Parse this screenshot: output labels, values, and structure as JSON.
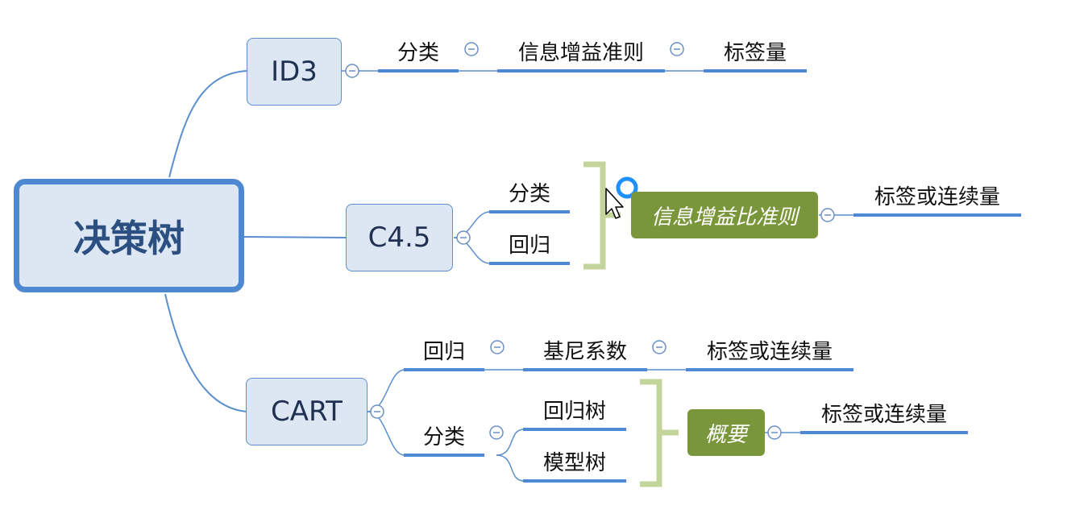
{
  "title": "决策树",
  "algorithms": {
    "id3": {
      "name": "ID3",
      "chain": [
        "分类",
        "信息增益准则",
        "标签量"
      ]
    },
    "c45": {
      "name": "C4.5",
      "branches": [
        "分类",
        "回归"
      ],
      "summary": "信息增益比准则",
      "summary_child": "标签或连续量"
    },
    "cart": {
      "name": "CART",
      "regression_chain": [
        "回归",
        "基尼系数",
        "标签或连续量"
      ],
      "classification": "分类",
      "classification_children": [
        "回归树",
        "模型树"
      ],
      "summary": "概要",
      "summary_child": "标签或连续量"
    }
  },
  "colors": {
    "line": "#5b8fd0",
    "underline": "#4f88d2",
    "node_fill": "#dde6f3",
    "summary_bracket": "#c3d59b",
    "summary_fill": "#7a963b",
    "collapse_icon": "#6a8fc4",
    "selection_ring": "#1e90ff"
  },
  "icons": [
    "collapse-icon",
    "mouse-cursor-icon",
    "selection-handle-icon"
  ]
}
